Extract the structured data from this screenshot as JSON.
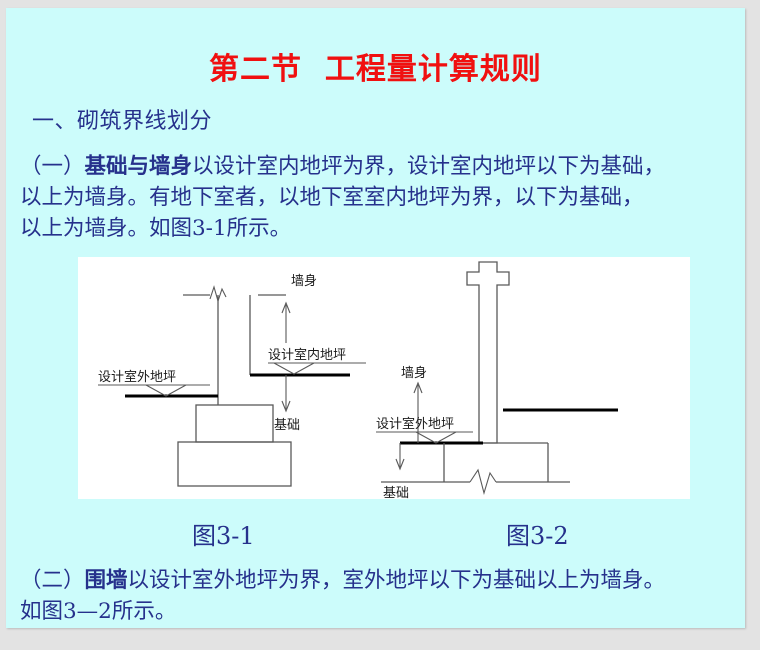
{
  "slide": {
    "background_color": "#ccfcfb",
    "page_background_color": "#e3e3e3",
    "title": "第二节  工程量计算规则",
    "title_color": "#f01010",
    "body_color": "#26318c",
    "heading": "一、砌筑界线划分"
  },
  "paragraph1": {
    "prefix": "（一）",
    "bold_term": "基础与墙身",
    "line1_rest": "以设计室内地坪为界，设计室内地坪以下为基础，",
    "line2": "以上为墙身。有地下室者，以地下室室内地坪为界，以下为基础，",
    "line3": "以上为墙身。如图3-1所示。"
  },
  "paragraph2": {
    "prefix": "（二）",
    "bold_term": "围墙",
    "line1_rest": "以设计室外地坪为界，室外地坪以下为基础以上为墙身。",
    "line2": "如图3—2所示。"
  },
  "captions": {
    "left": "图3-1",
    "right": "图3-2"
  },
  "figure_left": {
    "name": "图3-1",
    "labels": {
      "wall_body": "墙身",
      "indoor_grade": "设计室内地坪",
      "outdoor_grade": "设计室外地坪",
      "foundation": "基础"
    }
  },
  "figure_right": {
    "name": "图3-2",
    "labels": {
      "wall_body": "墙身",
      "outdoor_grade": "设计室外地坪",
      "foundation": "基础"
    }
  }
}
